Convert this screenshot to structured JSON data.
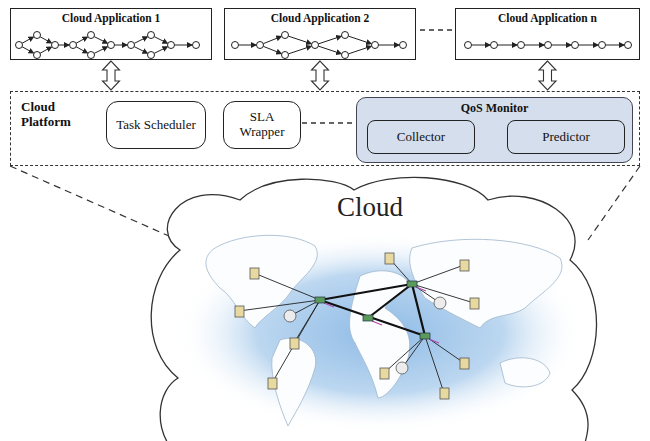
{
  "diagram": {
    "nodes": [
      {
        "text": [
          "Cloud Application 1"
        ]
      },
      {
        "text": [
          "Cloud Application 2"
        ]
      },
      {
        "text": [
          "Cloud Application n"
        ]
      },
      {
        "text": [
          "Cloud Platform"
        ]
      },
      {
        "text": [
          "Task Scheduler"
        ],
        "in": 3
      },
      {
        "text": [
          "SLA Wrapper"
        ],
        "in": 3
      },
      {
        "text": [
          "QoS Monitor"
        ],
        "in": 3
      },
      {
        "text": [
          "Collector"
        ],
        "in": 6
      },
      {
        "text": [
          "Predictor"
        ],
        "in": 6
      },
      {
        "text": [
          "Cloud"
        ]
      }
    ],
    "edges": [
      {
        "from": 0,
        "to": 3,
        "arrow": "both"
      },
      {
        "from": 1,
        "to": 3,
        "arrow": "both"
      },
      {
        "from": 2,
        "to": 3,
        "arrow": "both"
      },
      {
        "from": 7,
        "to": 8,
        "arrow": "to"
      }
    ]
  }
}
